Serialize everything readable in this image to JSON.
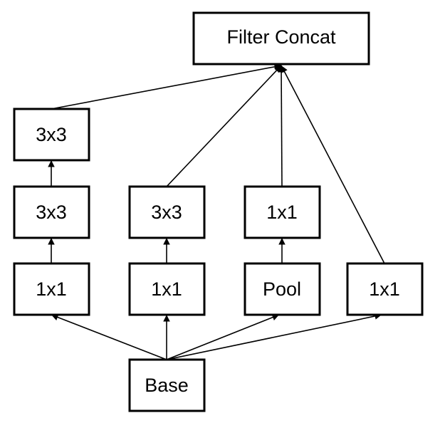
{
  "diagram": {
    "nodes": {
      "filter_concat": "Filter Concat",
      "col1_top": "3x3",
      "col1_mid": "3x3",
      "col1_bottom": "1x1",
      "col2_mid": "3x3",
      "col2_bottom": "1x1",
      "col3_mid": "1x1",
      "col3_bottom": "Pool",
      "col4_bottom": "1x1",
      "base": "Base"
    },
    "edges": [
      {
        "from": "base",
        "to": "col1_bottom"
      },
      {
        "from": "base",
        "to": "col2_bottom"
      },
      {
        "from": "base",
        "to": "col3_bottom"
      },
      {
        "from": "base",
        "to": "col4_bottom"
      },
      {
        "from": "col1_bottom",
        "to": "col1_mid"
      },
      {
        "from": "col1_mid",
        "to": "col1_top"
      },
      {
        "from": "col2_bottom",
        "to": "col2_mid"
      },
      {
        "from": "col3_bottom",
        "to": "col3_mid"
      },
      {
        "from": "col1_top",
        "to": "filter_concat"
      },
      {
        "from": "col2_mid",
        "to": "filter_concat"
      },
      {
        "from": "col3_mid",
        "to": "filter_concat"
      },
      {
        "from": "col4_bottom",
        "to": "filter_concat"
      }
    ]
  }
}
